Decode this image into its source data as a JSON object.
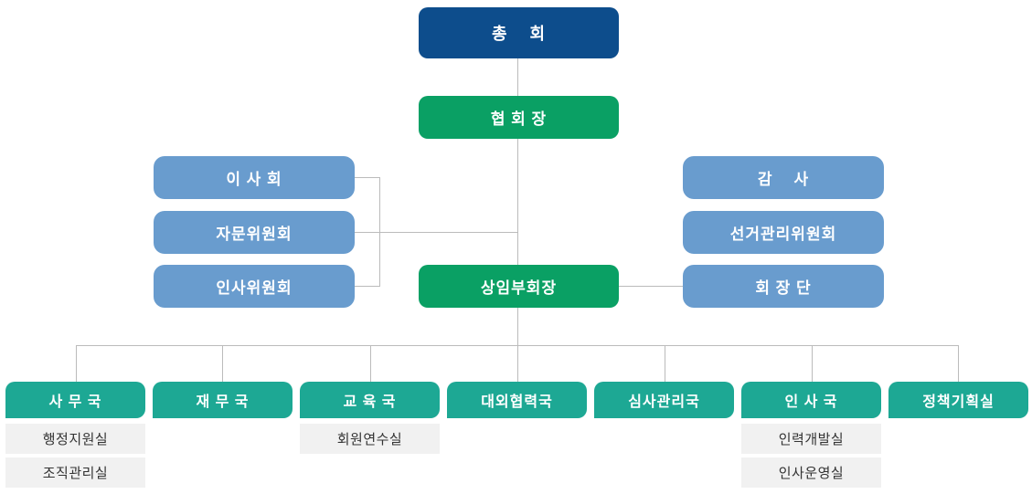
{
  "colors": {
    "background": "#FFFFFF",
    "assembly": "#0D4D8C",
    "president": "#0AA064",
    "committee": "#699CCE",
    "bureau": "#1DA894",
    "office_bg": "#F1F1F1",
    "office_text": "#333333",
    "line": "#BBBBBB",
    "node_text": "#FFFFFF"
  },
  "org": {
    "assembly": {
      "label": "총    회"
    },
    "president": {
      "label": "협 회 장"
    },
    "executive_vice_president": {
      "label": "상임부회장"
    },
    "left_committees": [
      {
        "label": "이 사 회"
      },
      {
        "label": "자문위원회"
      },
      {
        "label": "인사위원회"
      }
    ],
    "right_committees": [
      {
        "label": "감    사"
      },
      {
        "label": "선거관리위원회"
      },
      {
        "label": "회 장 단"
      }
    ],
    "bureaus": [
      {
        "label": "사 무 국",
        "offices": [
          "행정지원실",
          "조직관리실"
        ]
      },
      {
        "label": "재 무 국",
        "offices": []
      },
      {
        "label": "교 육 국",
        "offices": [
          "회원연수실"
        ]
      },
      {
        "label": "대외협력국",
        "offices": []
      },
      {
        "label": "심사관리국",
        "offices": []
      },
      {
        "label": "인 사 국",
        "offices": [
          "인력개발실",
          "인사운영실"
        ]
      },
      {
        "label": "정책기획실",
        "offices": []
      }
    ]
  }
}
